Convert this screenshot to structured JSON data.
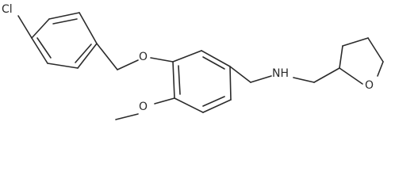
{
  "molecule": {
    "atoms": {
      "chlorine": "Cl",
      "ether_oxygen": "O",
      "methoxy_oxygen": "O",
      "amine": "NH",
      "ring_oxygen": "O"
    }
  },
  "colors": {
    "bond": "#2b2b2b",
    "background": "#ffffff"
  }
}
